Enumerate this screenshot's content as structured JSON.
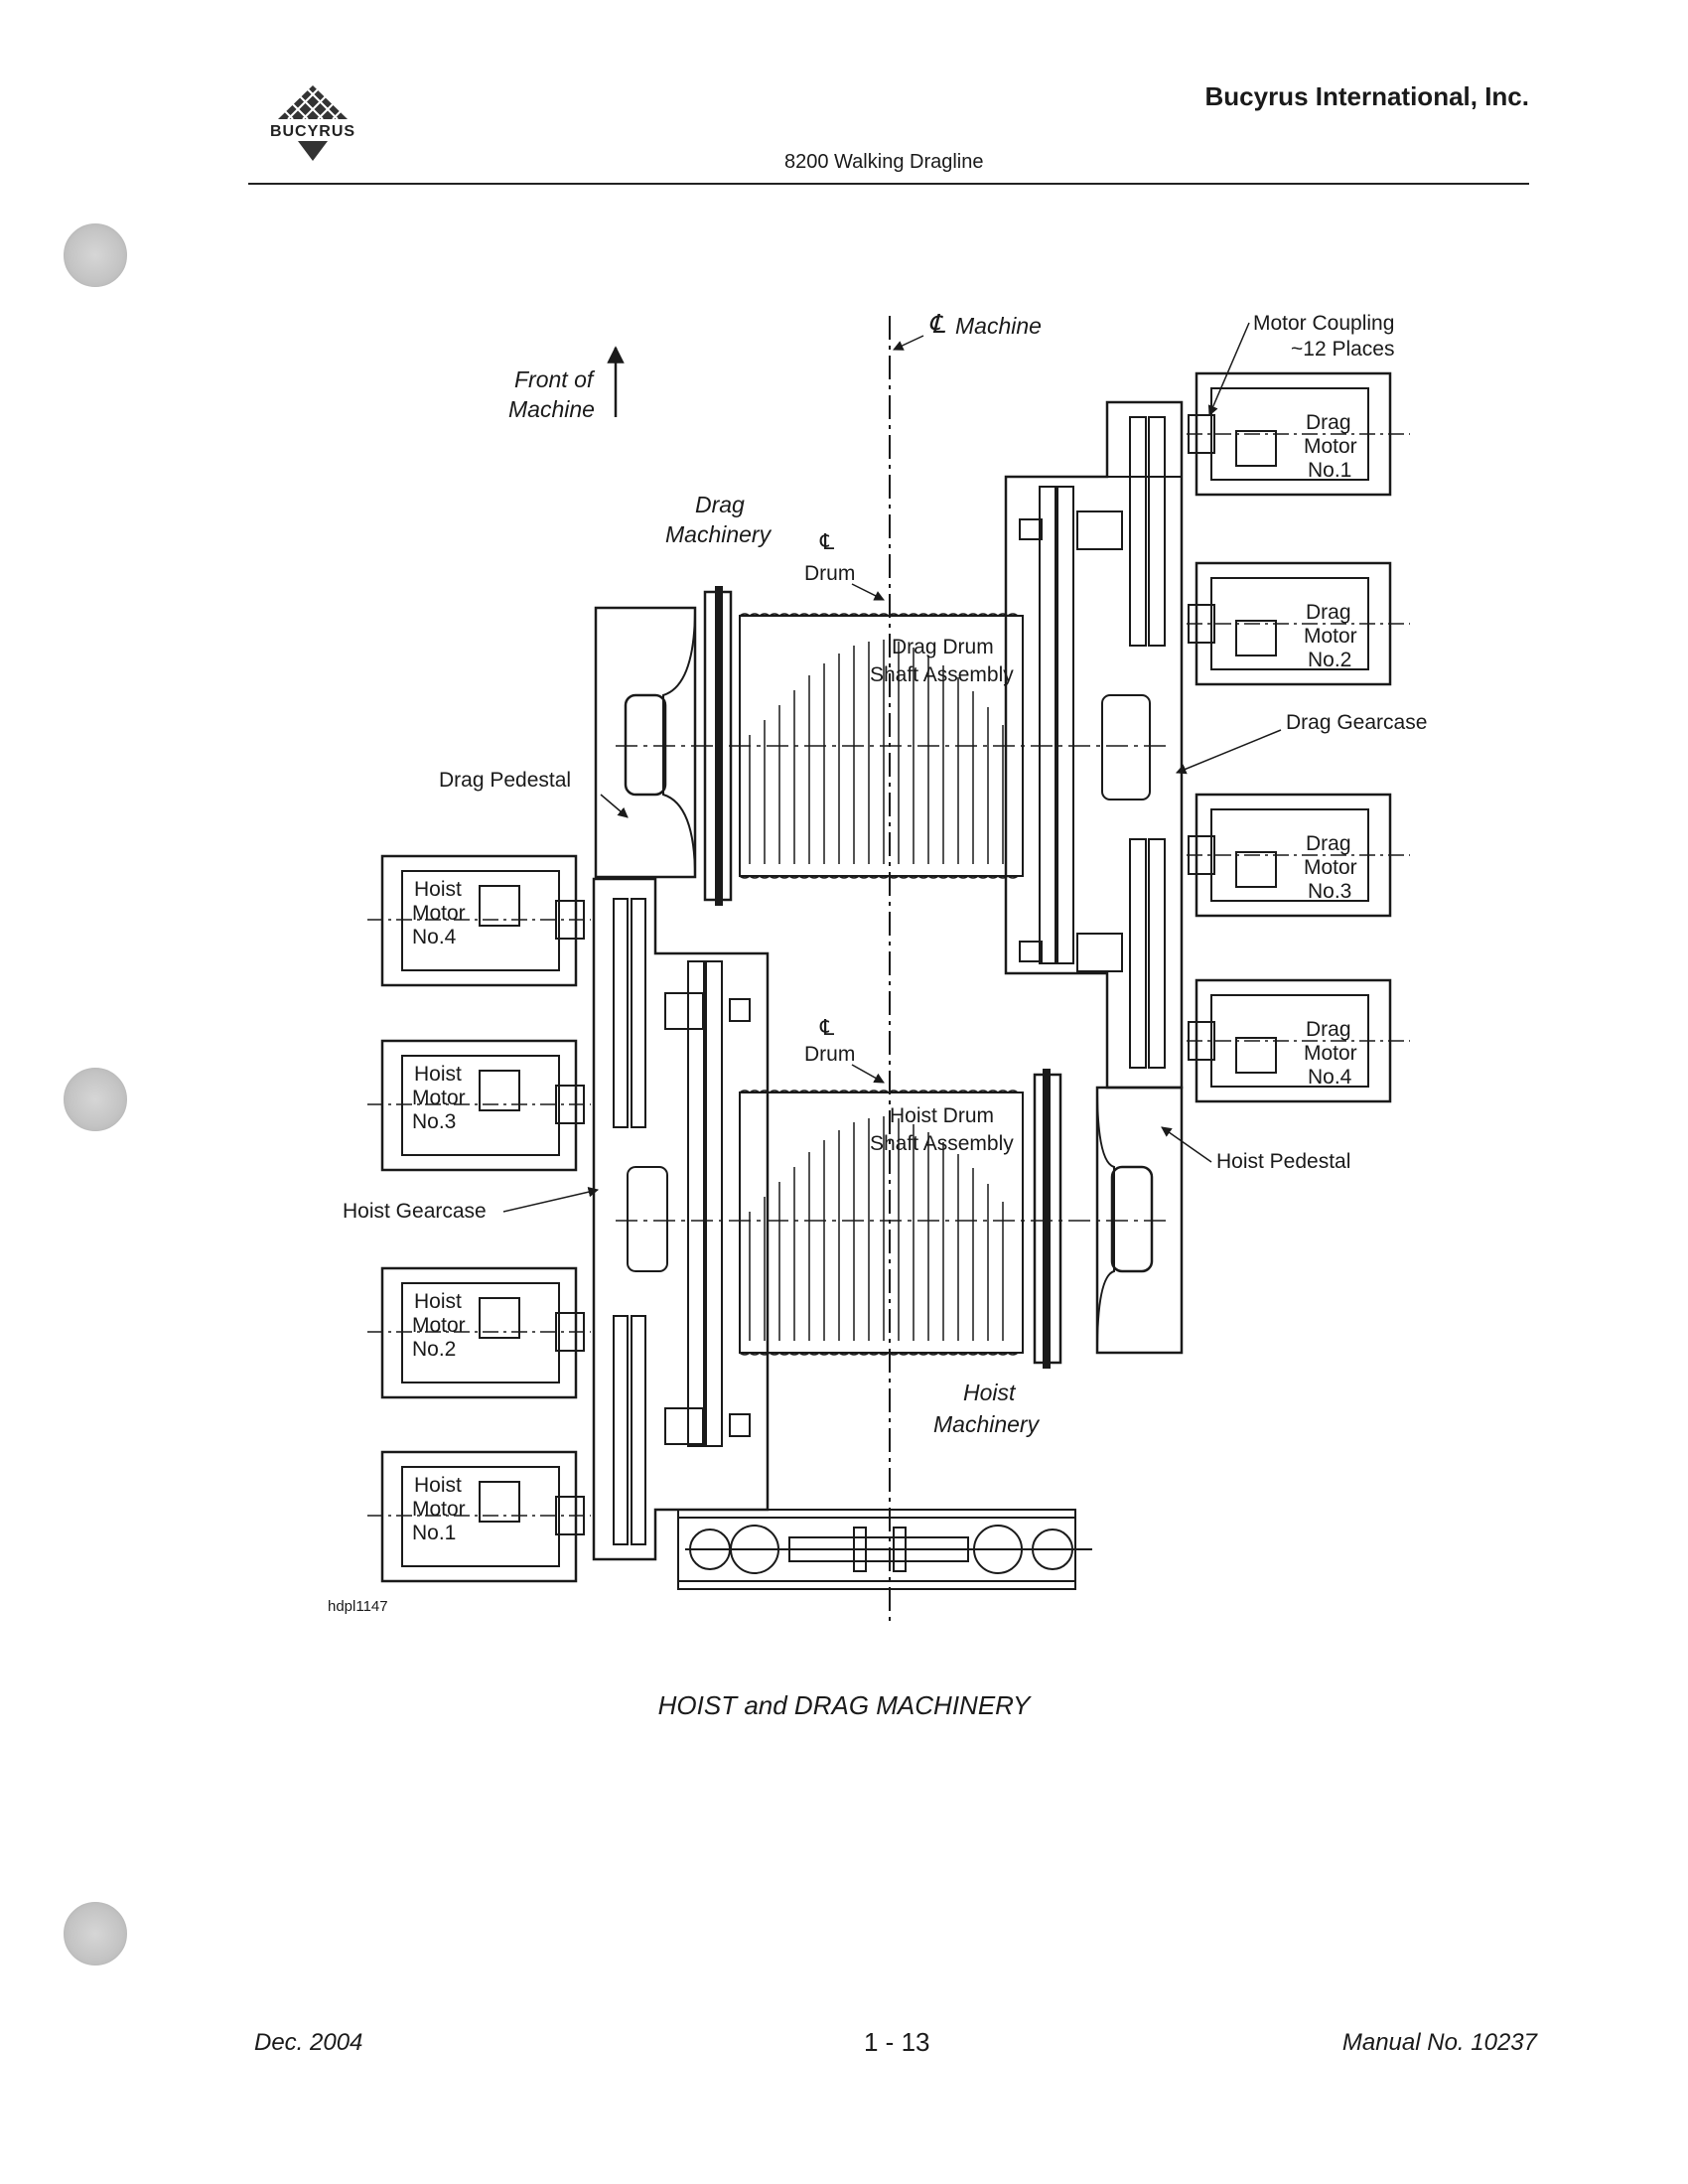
{
  "header": {
    "logo_text": "BUCYRUS",
    "company": "Bucyrus International, Inc.",
    "subtitle": "8200 Walking Dragline"
  },
  "figure": {
    "labels": {
      "cl_machine": "Machine",
      "front_of": "Front of",
      "machine": "Machine",
      "motor_coupling": "Motor Coupling",
      "places": "~12 Places",
      "drag_machinery_1": "Drag",
      "drag_machinery_2": "Machinery",
      "drum_top": "Drum",
      "drag_drum_1": "Drag Drum",
      "drag_drum_2": "Shaft Assembly",
      "drag_gearcase": "Drag Gearcase",
      "drag_pedestal": "Drag Pedestal",
      "drum_bottom": "Drum",
      "hoist_drum_1": "Hoist Drum",
      "hoist_drum_2": "Shaft Assembly",
      "hoist_pedestal": "Hoist Pedestal",
      "hoist_gearcase": "Hoist Gearcase",
      "hoist_machinery_1": "Hoist",
      "hoist_machinery_2": "Machinery",
      "drawing_code": "hdpl1147"
    },
    "drag_motors": [
      {
        "l1": "Drag",
        "l2": "Motor",
        "l3": "No.1"
      },
      {
        "l1": "Drag",
        "l2": "Motor",
        "l3": "No.2"
      },
      {
        "l1": "Drag",
        "l2": "Motor",
        "l3": "No.3"
      },
      {
        "l1": "Drag",
        "l2": "Motor",
        "l3": "No.4"
      }
    ],
    "hoist_motors": [
      {
        "l1": "Hoist",
        "l2": "Motor",
        "l3": "No.4"
      },
      {
        "l1": "Hoist",
        "l2": "Motor",
        "l3": "No.3"
      },
      {
        "l1": "Hoist",
        "l2": "Motor",
        "l3": "No.2"
      },
      {
        "l1": "Hoist",
        "l2": "Motor",
        "l3": "No.1"
      }
    ],
    "caption": "HOIST and DRAG MACHINERY"
  },
  "footer": {
    "date": "Dec. 2004",
    "page": "1 - 13",
    "manual": "Manual No. 10237"
  }
}
